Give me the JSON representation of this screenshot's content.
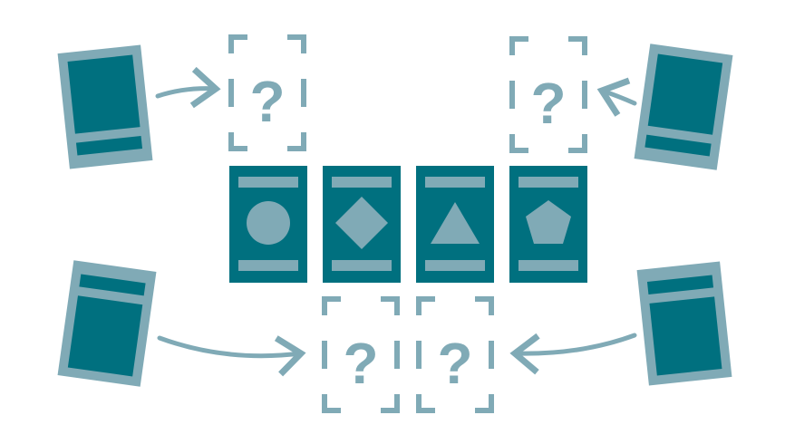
{
  "colors": {
    "dark": "#00707f",
    "light": "#80aab6"
  },
  "placeholders": [
    {
      "id": "top-left",
      "label": "?"
    },
    {
      "id": "top-right",
      "label": "?"
    },
    {
      "id": "bottom-left",
      "label": "?"
    },
    {
      "id": "bottom-right",
      "label": "?"
    }
  ],
  "cards": [
    {
      "shape": "circle-icon"
    },
    {
      "shape": "diamond-icon"
    },
    {
      "shape": "triangle-icon"
    },
    {
      "shape": "pentagon-icon"
    }
  ]
}
